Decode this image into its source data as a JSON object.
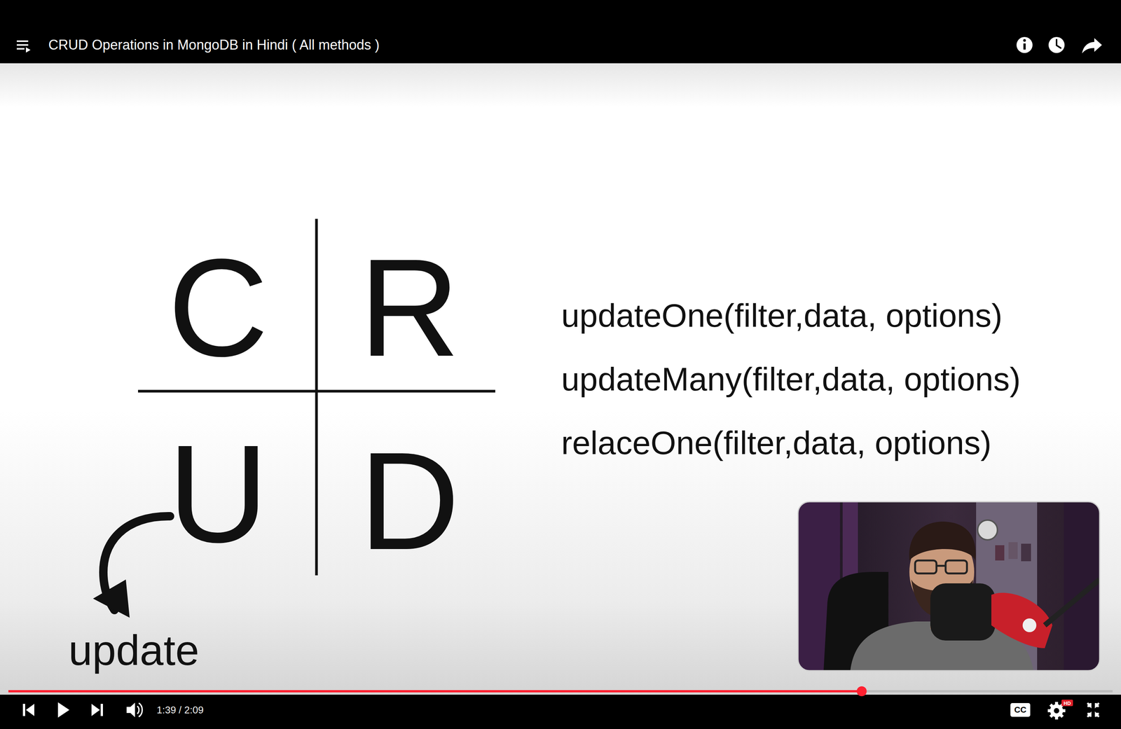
{
  "diagram": {
    "title": "CRUD Operations in MongoDB in Hindi ( All methods )",
    "labels": [
      "C",
      "R",
      "U",
      "D",
      "update",
      "updateOne(filter,data, options)",
      "updateMany(filter,data, options)",
      "relaceOne(filter,data, options)",
      "1:39 / 2:09",
      "CC",
      "HD"
    ]
  }
}
